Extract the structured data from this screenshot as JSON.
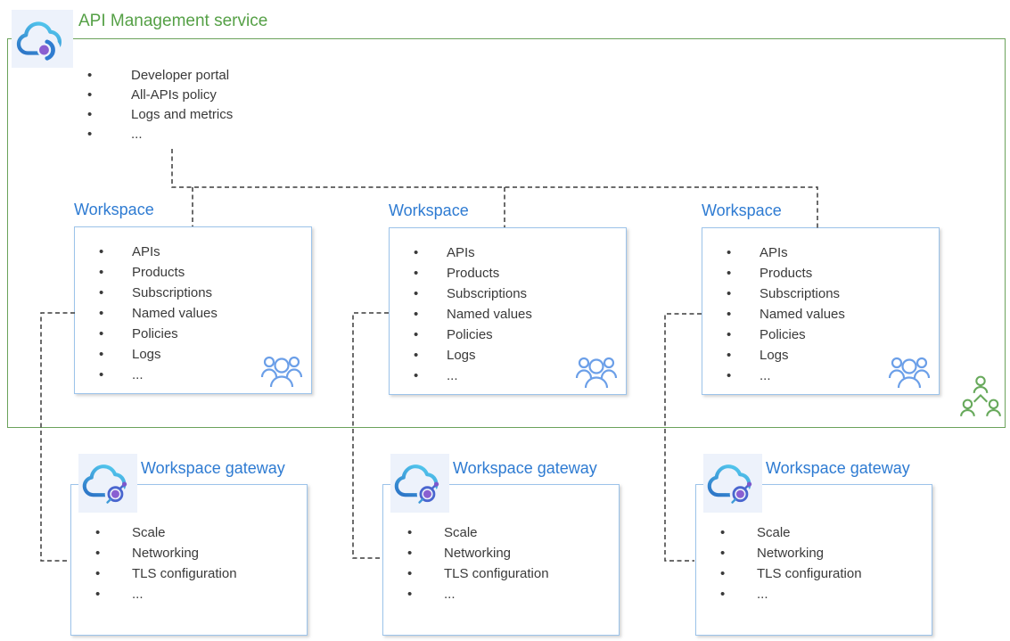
{
  "service": {
    "title": "API Management service",
    "items": [
      "Developer portal",
      "All-APIs policy",
      "Logs and metrics",
      "..."
    ]
  },
  "workspace": {
    "title": "Workspace",
    "items": [
      "APIs",
      "Products",
      "Subscriptions",
      "Named values",
      "Policies",
      "Logs",
      "..."
    ]
  },
  "gateway": {
    "title": "Workspace gateway",
    "items": [
      "Scale",
      "Networking",
      "TLS configuration",
      "..."
    ]
  },
  "icons": {
    "service": "api-management-cloud-icon",
    "gateway": "gateway-cloud-icon",
    "workspace_members": "team-people-icon",
    "organization": "org-chart-people-icon"
  },
  "colors": {
    "service_green": "#55a046",
    "service_border_green": "#6ba25b",
    "title_blue": "#2e7bd2",
    "box_border_blue": "#9cc3ea",
    "dashed_line": "#3c3c3c",
    "body_text": "#3a3a3a",
    "people_blue": "#6b9fe8",
    "people_green": "#67a95b",
    "icon_purple": "#8a5fd1",
    "icon_cloud_blue": "#2e77c8",
    "icon_cloud_cyan": "#53c9ee"
  }
}
